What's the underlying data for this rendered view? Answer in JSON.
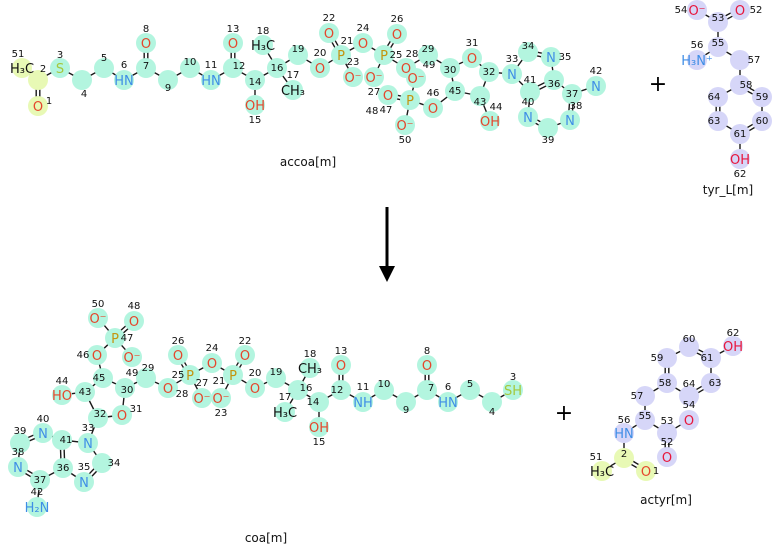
{
  "colors": {
    "highlight_teal": "#b3f5df",
    "highlight_yellow": "#e8f9b5",
    "highlight_lavender": "#d6d6f8",
    "oxygen": "#e5462c",
    "nitrogen": "#3f8ee6",
    "phosphorus": "#c49510",
    "sulfur": "#a5c83c",
    "carbon": "#111111"
  },
  "reaction": {
    "arrow_icon": "down-arrow",
    "plus_sign": "+",
    "reactants": [
      {
        "id": "accoa",
        "label": "accoa[m]",
        "atoms": [
          {
            "n": "1",
            "text": "O",
            "el": "O",
            "hl": "y"
          },
          {
            "n": "2",
            "text": "",
            "el": "C",
            "hl": "y"
          },
          {
            "n": "3",
            "text": "S",
            "el": "S",
            "hl": "t"
          },
          {
            "n": "4",
            "text": "",
            "el": "C",
            "hl": "t"
          },
          {
            "n": "5",
            "text": "",
            "el": "C",
            "hl": "t"
          },
          {
            "n": "6",
            "text": "HN",
            "el": "N",
            "hl": "t"
          },
          {
            "n": "7",
            "text": "",
            "el": "C",
            "hl": "t"
          },
          {
            "n": "8",
            "text": "O",
            "el": "O",
            "hl": "t"
          },
          {
            "n": "9",
            "text": "",
            "el": "C",
            "hl": "t"
          },
          {
            "n": "10",
            "text": "",
            "el": "C",
            "hl": "t"
          },
          {
            "n": "11",
            "text": "HN",
            "el": "N",
            "hl": "t"
          },
          {
            "n": "12",
            "text": "",
            "el": "C",
            "hl": "t"
          },
          {
            "n": "13",
            "text": "O",
            "el": "O",
            "hl": "t"
          },
          {
            "n": "14",
            "text": "",
            "el": "C",
            "hl": "t"
          },
          {
            "n": "15",
            "text": "OH",
            "el": "O",
            "hl": "t"
          },
          {
            "n": "16",
            "text": "",
            "el": "C",
            "hl": "t"
          },
          {
            "n": "17",
            "text": "CH₃",
            "el": "C",
            "hl": "t"
          },
          {
            "n": "18",
            "text": "H₃C",
            "el": "C",
            "hl": "t"
          },
          {
            "n": "19",
            "text": "",
            "el": "C",
            "hl": "t"
          },
          {
            "n": "20",
            "text": "O",
            "el": "O",
            "hl": "t"
          },
          {
            "n": "21",
            "text": "P",
            "el": "P",
            "hl": "t"
          },
          {
            "n": "22",
            "text": "O",
            "el": "O",
            "hl": "t"
          },
          {
            "n": "23",
            "text": "O⁻",
            "el": "O",
            "hl": "t"
          },
          {
            "n": "24",
            "text": "O",
            "el": "O",
            "hl": "t"
          },
          {
            "n": "25",
            "text": "P",
            "el": "P",
            "hl": "t"
          },
          {
            "n": "26",
            "text": "O",
            "el": "O",
            "hl": "t"
          },
          {
            "n": "27",
            "text": "O⁻",
            "el": "O",
            "hl": "t"
          },
          {
            "n": "28",
            "text": "O",
            "el": "O",
            "hl": "t"
          },
          {
            "n": "29",
            "text": "",
            "el": "C",
            "hl": "t"
          },
          {
            "n": "30",
            "text": "",
            "el": "C",
            "hl": "t"
          },
          {
            "n": "31",
            "text": "O",
            "el": "O",
            "hl": "t"
          },
          {
            "n": "32",
            "text": "",
            "el": "C",
            "hl": "t"
          },
          {
            "n": "33",
            "text": "N",
            "el": "N",
            "hl": "t"
          },
          {
            "n": "34",
            "text": "",
            "el": "C",
            "hl": "t"
          },
          {
            "n": "35",
            "text": "N",
            "el": "N",
            "hl": "t"
          },
          {
            "n": "36",
            "text": "",
            "el": "C",
            "hl": "t"
          },
          {
            "n": "37",
            "text": "",
            "el": "C",
            "hl": "t"
          },
          {
            "n": "38",
            "text": "N",
            "el": "N",
            "hl": "t"
          },
          {
            "n": "39",
            "text": "",
            "el": "C",
            "hl": "t"
          },
          {
            "n": "40",
            "text": "N",
            "el": "N",
            "hl": "t"
          },
          {
            "n": "41",
            "text": "",
            "el": "C",
            "hl": "t"
          },
          {
            "n": "42",
            "text": "N",
            "el": "N",
            "hl": "t"
          },
          {
            "n": "43",
            "text": "",
            "el": "C",
            "hl": "t"
          },
          {
            "n": "44",
            "text": "OH",
            "el": "O",
            "hl": "t"
          },
          {
            "n": "45",
            "text": "",
            "el": "C",
            "hl": "t"
          },
          {
            "n": "46",
            "text": "O",
            "el": "O",
            "hl": "t"
          },
          {
            "n": "47",
            "text": "P",
            "el": "P",
            "hl": "t"
          },
          {
            "n": "48",
            "text": "O",
            "el": "O",
            "hl": "t"
          },
          {
            "n": "49",
            "text": "O⁻",
            "el": "O",
            "hl": "t"
          },
          {
            "n": "50",
            "text": "O⁻",
            "el": "O",
            "hl": "t"
          },
          {
            "n": "51",
            "text": "H₃C",
            "el": "C",
            "hl": "y"
          }
        ]
      },
      {
        "id": "tyr",
        "label": "tyr_L[m]",
        "atoms": [
          {
            "n": "52",
            "text": "O",
            "el": "O2",
            "hl": "l"
          },
          {
            "n": "53",
            "text": "",
            "el": "C",
            "hl": "l"
          },
          {
            "n": "54",
            "text": "O⁻",
            "el": "O2",
            "hl": "l"
          },
          {
            "n": "55",
            "text": "",
            "el": "C",
            "hl": "l"
          },
          {
            "n": "56",
            "text": "H₃N⁺",
            "el": "N",
            "hl": "l"
          },
          {
            "n": "57",
            "text": "",
            "el": "C",
            "hl": "l"
          },
          {
            "n": "58",
            "text": "",
            "el": "C",
            "hl": "l"
          },
          {
            "n": "59",
            "text": "",
            "el": "C",
            "hl": "l"
          },
          {
            "n": "60",
            "text": "",
            "el": "C",
            "hl": "l"
          },
          {
            "n": "61",
            "text": "",
            "el": "C",
            "hl": "l"
          },
          {
            "n": "62",
            "text": "OH",
            "el": "O2",
            "hl": "l"
          },
          {
            "n": "63",
            "text": "",
            "el": "C",
            "hl": "l"
          },
          {
            "n": "64",
            "text": "",
            "el": "C",
            "hl": "l"
          }
        ]
      }
    ],
    "products": [
      {
        "id": "coa",
        "label": "coa[m]",
        "atoms": [
          {
            "n": "3",
            "text": "SH",
            "el": "S",
            "hl": "t"
          },
          {
            "n": "4",
            "text": "",
            "el": "C",
            "hl": "t"
          },
          {
            "n": "5",
            "text": "",
            "el": "C",
            "hl": "t"
          },
          {
            "n": "6",
            "text": "HN",
            "el": "N",
            "hl": "t"
          },
          {
            "n": "7",
            "text": "",
            "el": "C",
            "hl": "t"
          },
          {
            "n": "8",
            "text": "O",
            "el": "O",
            "hl": "t"
          },
          {
            "n": "9",
            "text": "",
            "el": "C",
            "hl": "t"
          },
          {
            "n": "10",
            "text": "",
            "el": "C",
            "hl": "t"
          },
          {
            "n": "11",
            "text": "NH",
            "el": "N",
            "hl": "t"
          },
          {
            "n": "12",
            "text": "",
            "el": "C",
            "hl": "t"
          },
          {
            "n": "13",
            "text": "O",
            "el": "O",
            "hl": "t"
          },
          {
            "n": "14",
            "text": "",
            "el": "C",
            "hl": "t"
          },
          {
            "n": "15",
            "text": "OH",
            "el": "O",
            "hl": "t"
          },
          {
            "n": "16",
            "text": "",
            "el": "C",
            "hl": "t"
          },
          {
            "n": "17",
            "text": "H₃C",
            "el": "C",
            "hl": "t"
          },
          {
            "n": "18",
            "text": "CH₃",
            "el": "C",
            "hl": "t"
          },
          {
            "n": "19",
            "text": "",
            "el": "C",
            "hl": "t"
          },
          {
            "n": "20",
            "text": "O",
            "el": "O",
            "hl": "t"
          },
          {
            "n": "21",
            "text": "P",
            "el": "P",
            "hl": "t"
          },
          {
            "n": "22",
            "text": "O",
            "el": "O",
            "hl": "t"
          },
          {
            "n": "23",
            "text": "O⁻",
            "el": "O",
            "hl": "t"
          },
          {
            "n": "24",
            "text": "O",
            "el": "O",
            "hl": "t"
          },
          {
            "n": "25",
            "text": "P",
            "el": "P",
            "hl": "t"
          },
          {
            "n": "26",
            "text": "O",
            "el": "O",
            "hl": "t"
          },
          {
            "n": "27",
            "text": "O⁻",
            "el": "O",
            "hl": "t"
          },
          {
            "n": "28",
            "text": "O",
            "el": "O",
            "hl": "t"
          },
          {
            "n": "29",
            "text": "",
            "el": "C",
            "hl": "t"
          },
          {
            "n": "30",
            "text": "",
            "el": "C",
            "hl": "t"
          },
          {
            "n": "31",
            "text": "O",
            "el": "O",
            "hl": "t"
          },
          {
            "n": "32",
            "text": "",
            "el": "C",
            "hl": "t"
          },
          {
            "n": "33",
            "text": "N",
            "el": "N",
            "hl": "t"
          },
          {
            "n": "34",
            "text": "",
            "el": "C",
            "hl": "t"
          },
          {
            "n": "35",
            "text": "N",
            "el": "N",
            "hl": "t"
          },
          {
            "n": "36",
            "text": "",
            "el": "C",
            "hl": "t"
          },
          {
            "n": "37",
            "text": "",
            "el": "C",
            "hl": "t"
          },
          {
            "n": "38",
            "text": "N",
            "el": "N",
            "hl": "t"
          },
          {
            "n": "39",
            "text": "",
            "el": "C",
            "hl": "t"
          },
          {
            "n": "40",
            "text": "N",
            "el": "N",
            "hl": "t"
          },
          {
            "n": "41",
            "text": "",
            "el": "C",
            "hl": "t"
          },
          {
            "n": "42",
            "text": "H₂N",
            "el": "N",
            "hl": "t"
          },
          {
            "n": "43",
            "text": "",
            "el": "C",
            "hl": "t"
          },
          {
            "n": "44",
            "text": "HO",
            "el": "O",
            "hl": "t"
          },
          {
            "n": "45",
            "text": "",
            "el": "C",
            "hl": "t"
          },
          {
            "n": "46",
            "text": "O",
            "el": "O",
            "hl": "t"
          },
          {
            "n": "47",
            "text": "P",
            "el": "P",
            "hl": "t"
          },
          {
            "n": "48",
            "text": "O",
            "el": "O",
            "hl": "t"
          },
          {
            "n": "49",
            "text": "O⁻",
            "el": "O",
            "hl": "t"
          },
          {
            "n": "50",
            "text": "O⁻",
            "el": "O",
            "hl": "t"
          }
        ]
      },
      {
        "id": "actyr",
        "label": "actyr[m]",
        "atoms": [
          {
            "n": "1",
            "text": "O",
            "el": "O",
            "hl": "y"
          },
          {
            "n": "2",
            "text": "",
            "el": "C",
            "hl": "y"
          },
          {
            "n": "51",
            "text": "H₃C",
            "el": "C",
            "hl": "y"
          },
          {
            "n": "52",
            "text": "O",
            "el": "O2",
            "hl": "l"
          },
          {
            "n": "53",
            "text": "",
            "el": "C",
            "hl": "l"
          },
          {
            "n": "54",
            "text": "O",
            "el": "O2",
            "hl": "l"
          },
          {
            "n": "55",
            "text": "",
            "el": "C",
            "hl": "l"
          },
          {
            "n": "56",
            "text": "HN",
            "el": "N",
            "hl": "l"
          },
          {
            "n": "57",
            "text": "",
            "el": "C",
            "hl": "l"
          },
          {
            "n": "58",
            "text": "",
            "el": "C",
            "hl": "l"
          },
          {
            "n": "59",
            "text": "",
            "el": "C",
            "hl": "l"
          },
          {
            "n": "60",
            "text": "",
            "el": "C",
            "hl": "l"
          },
          {
            "n": "61",
            "text": "",
            "el": "C",
            "hl": "l"
          },
          {
            "n": "62",
            "text": "OH",
            "el": "O2",
            "hl": "l"
          },
          {
            "n": "63",
            "text": "",
            "el": "C",
            "hl": "l"
          },
          {
            "n": "64",
            "text": "",
            "el": "C",
            "hl": "l"
          }
        ]
      }
    ]
  }
}
